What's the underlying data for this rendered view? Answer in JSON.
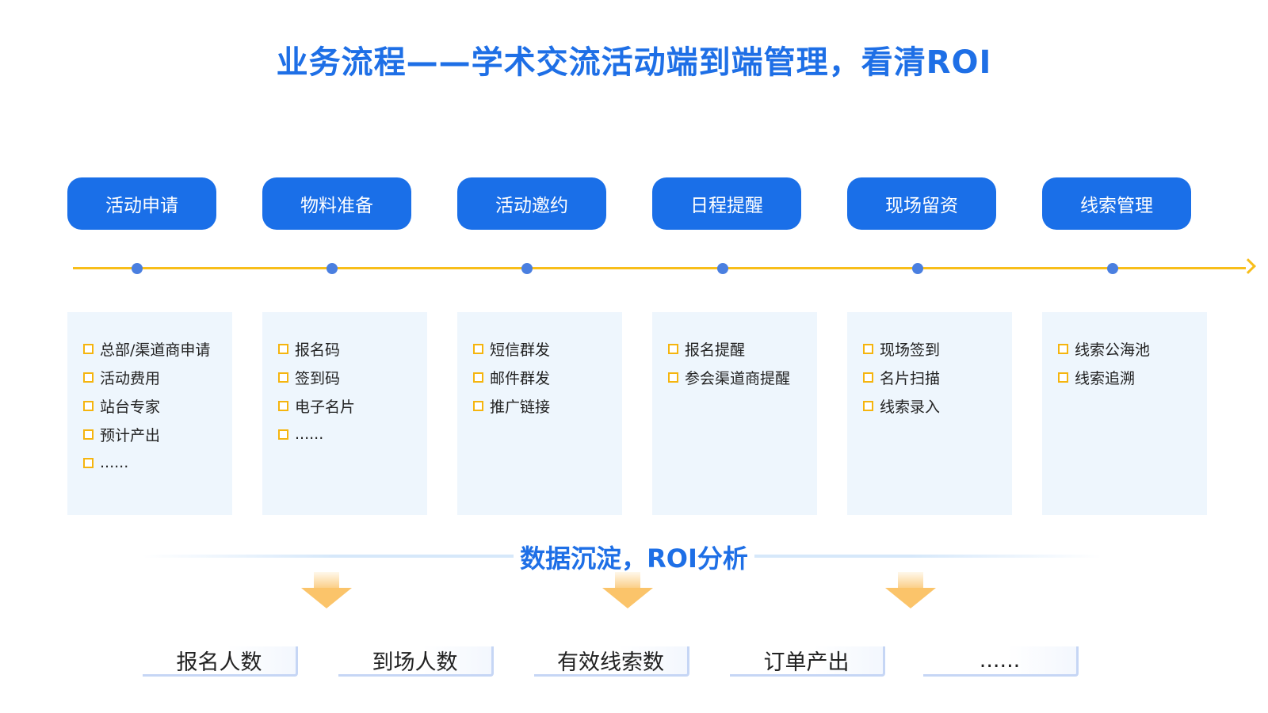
{
  "title": "业务流程——学术交流活动端到端管理，看清ROI",
  "stages": [
    {
      "label": "活动申请",
      "items": [
        "总部/渠道商申请",
        "活动费用",
        "站台专家",
        "预计产出",
        "......"
      ]
    },
    {
      "label": "物料准备",
      "items": [
        "报名码",
        "签到码",
        "电子名片",
        "......"
      ]
    },
    {
      "label": "活动邀约",
      "items": [
        "短信群发",
        "邮件群发",
        "推广链接"
      ]
    },
    {
      "label": "日程提醒",
      "items": [
        "报名提醒",
        "参会渠道商提醒"
      ]
    },
    {
      "label": "现场留资",
      "items": [
        "现场签到",
        "名片扫描",
        "线索录入"
      ]
    },
    {
      "label": "线索管理",
      "items": [
        "线索公海池",
        "线索追溯"
      ]
    }
  ],
  "sub_title": "数据沉淀，ROI分析",
  "metrics": [
    "报名人数",
    "到场人数",
    "有效线索数",
    "订单产出",
    "......"
  ],
  "colors": {
    "accent": "#1a6fe8",
    "timeline": "#f8be1a",
    "bullet": "#f5b50f",
    "card_bg": "#eef6fd"
  }
}
